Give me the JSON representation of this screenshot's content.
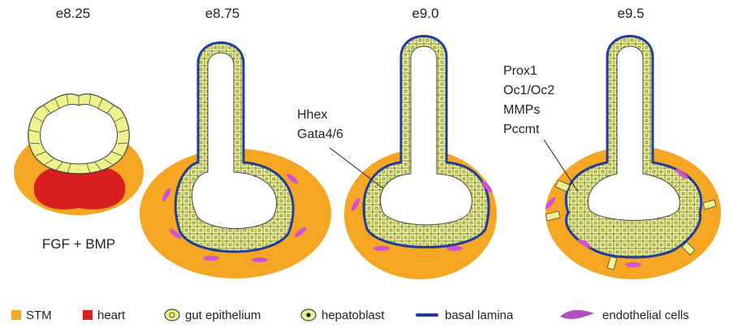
{
  "stages": [
    {
      "label": "e8.25"
    },
    {
      "label": "e8.75"
    },
    {
      "label": "e9.0"
    },
    {
      "label": "e9.5"
    }
  ],
  "annotations": {
    "signals": "FGF + BMP",
    "genes_e9": [
      "Hhex",
      "Gata4/6"
    ],
    "genes_e95": [
      "Prox1",
      "Oc1/Oc2",
      "MMPs",
      "Pccmt"
    ]
  },
  "legend": [
    {
      "label": "STM",
      "icon": "stm-swatch-icon"
    },
    {
      "label": "heart",
      "icon": "heart-swatch-icon"
    },
    {
      "label": "gut epithelium",
      "icon": "gut-epithelium-cell-icon"
    },
    {
      "label": "hepatoblast",
      "icon": "hepatoblast-cell-icon"
    },
    {
      "label": "basal lamina",
      "icon": "basal-lamina-line-icon"
    },
    {
      "label": "endothelial cells",
      "icon": "endothelial-cell-icon"
    }
  ],
  "colors": {
    "stm": "#f5a623",
    "heart": "#d81e1e",
    "epithelium": "#eef28a",
    "lamina": "#1f3d99",
    "endothelial": "#b24fc0",
    "outline": "#333333"
  }
}
